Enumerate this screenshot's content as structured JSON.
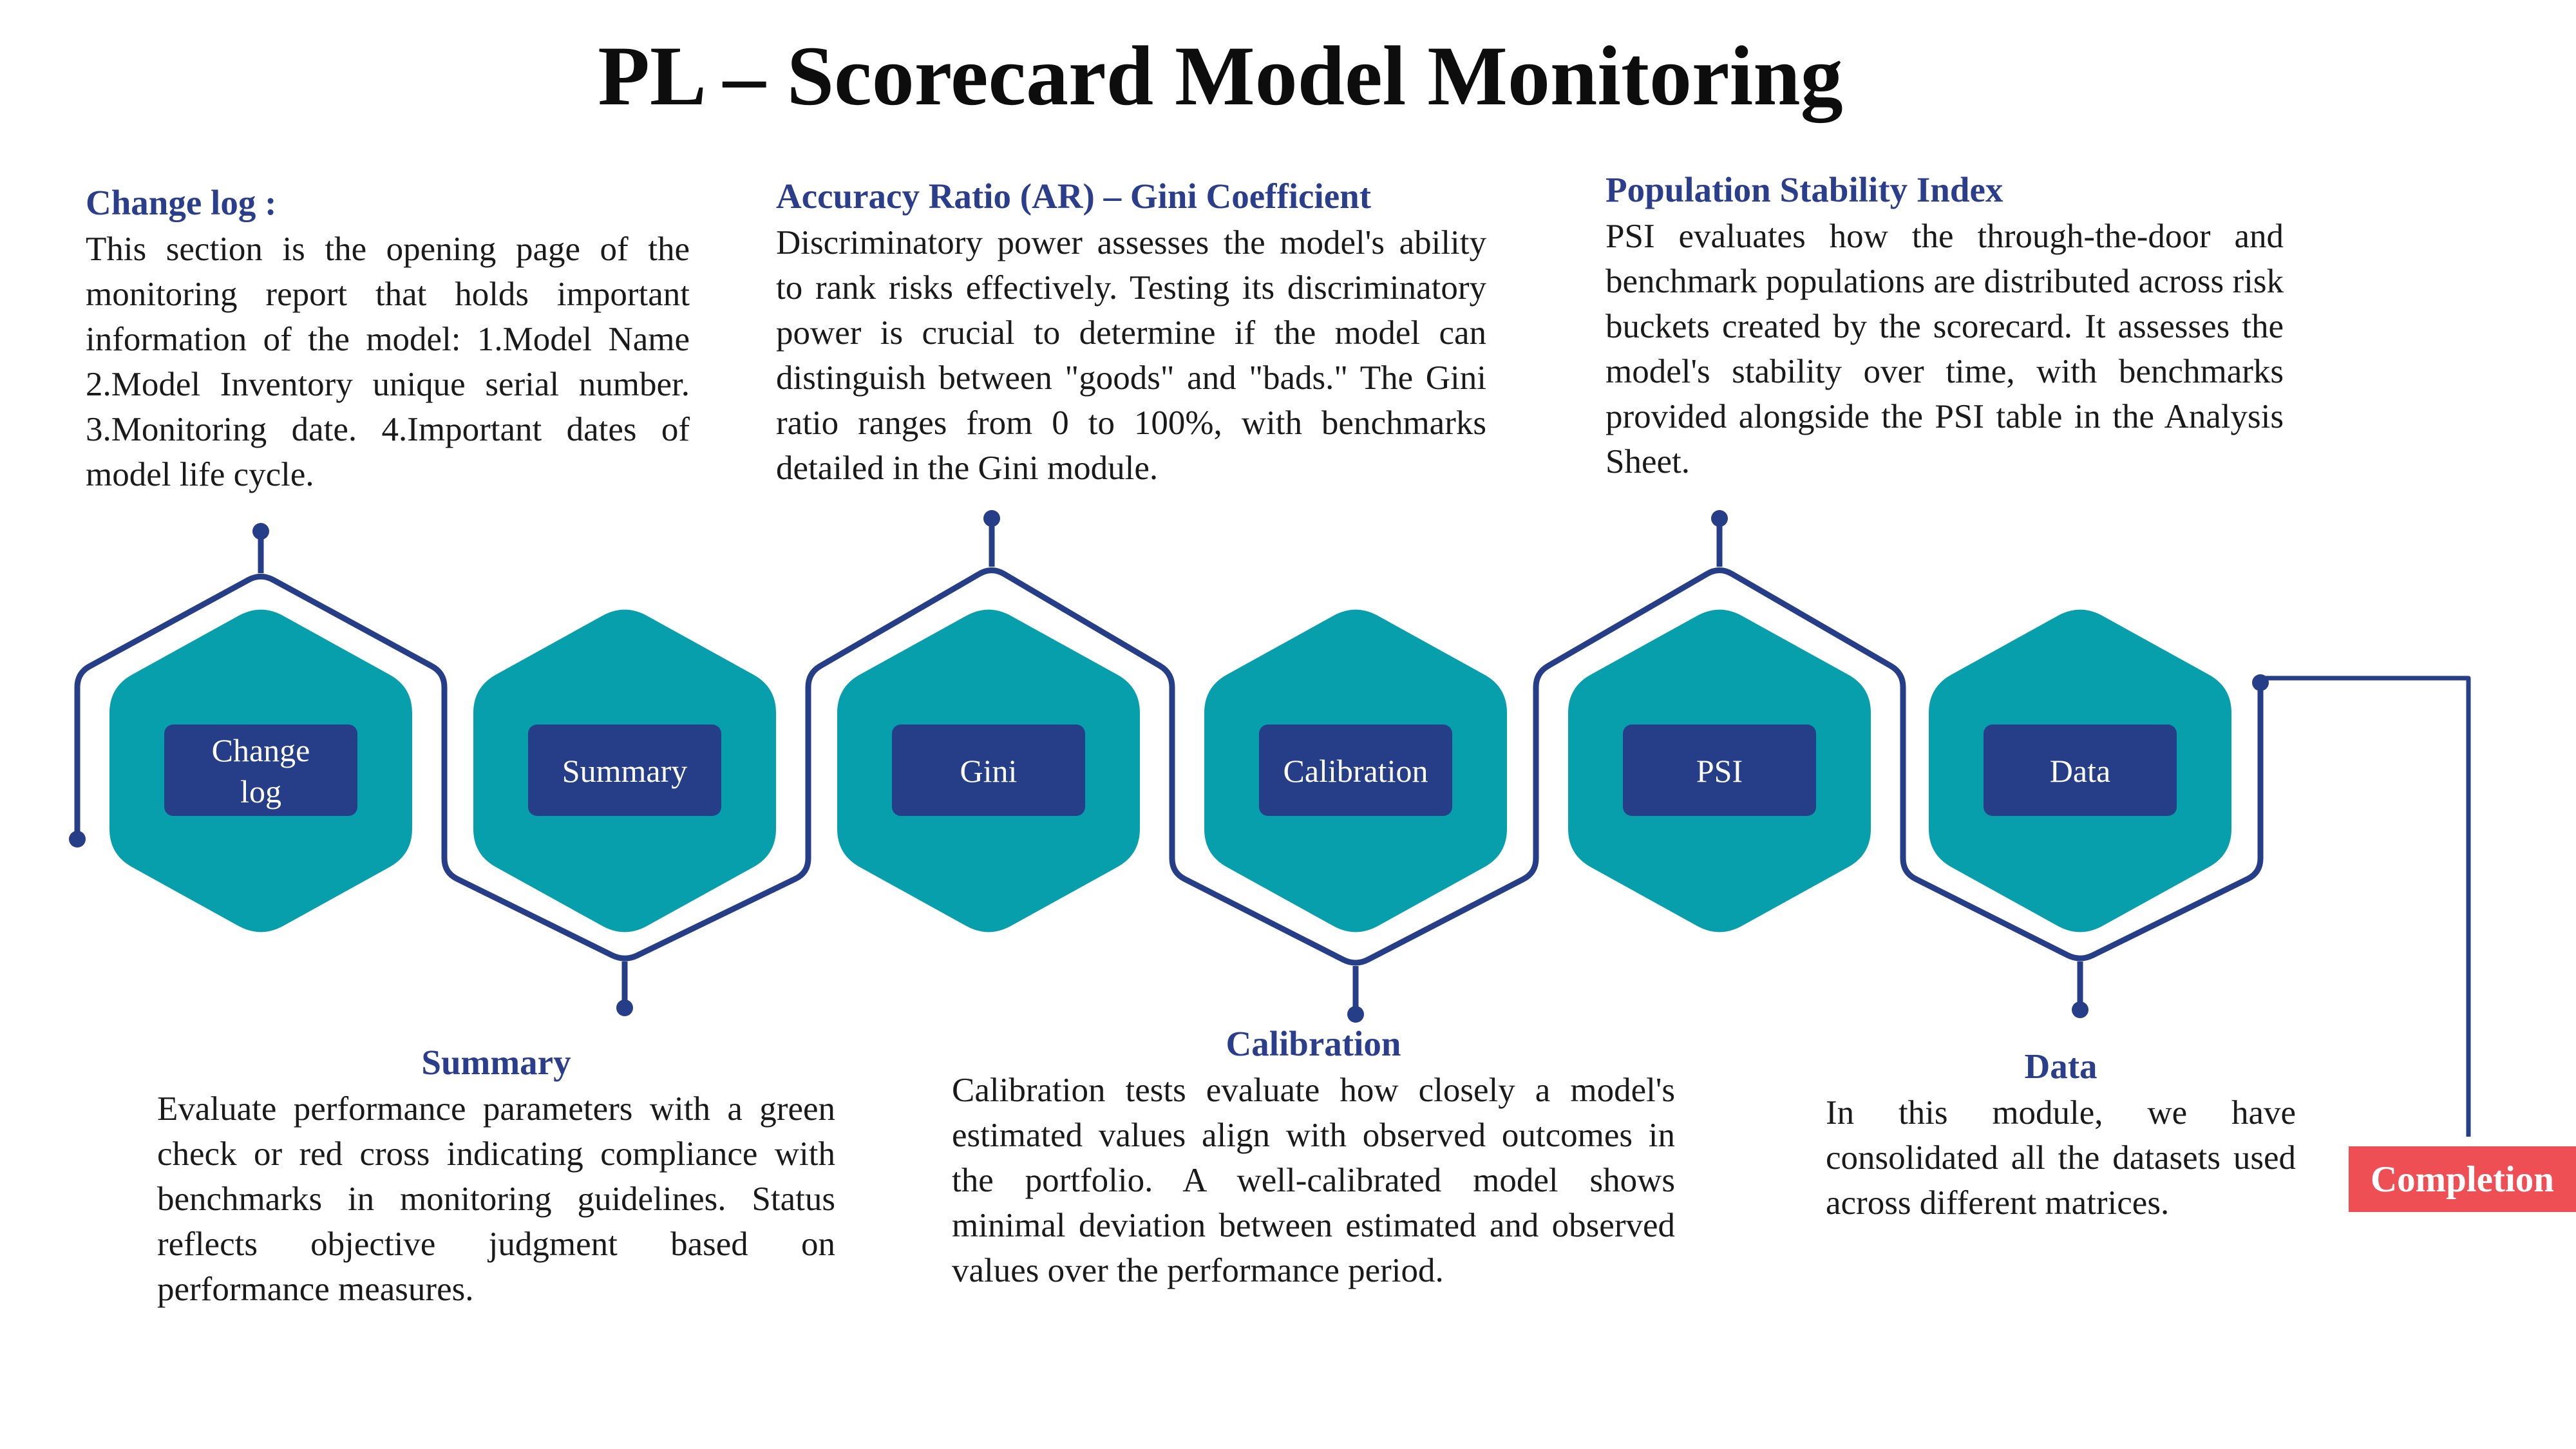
{
  "title": "PL – Scorecard Model Monitoring",
  "colors": {
    "hexagon_fill": "#079fac",
    "label_box_fill": "#263d87",
    "connector_line": "#263d87",
    "heading_text": "#2b3e8c",
    "completion_fill": "#ee4f55"
  },
  "nodes": [
    {
      "id": "changelog",
      "label_lines": [
        "Change",
        "log"
      ]
    },
    {
      "id": "summary",
      "label_lines": [
        "Summary"
      ]
    },
    {
      "id": "gini",
      "label_lines": [
        "Gini"
      ]
    },
    {
      "id": "calibration",
      "label_lines": [
        "Calibration"
      ]
    },
    {
      "id": "psi",
      "label_lines": [
        "PSI"
      ]
    },
    {
      "id": "data",
      "label_lines": [
        "Data"
      ]
    }
  ],
  "blocks": {
    "changelog": {
      "heading": "Change log :",
      "body": "This section is the opening page of the monitoring report that holds important information of the model: 1.Model Name 2.Model Inventory unique serial number. 3.Monitoring date. 4.Important dates of model life cycle."
    },
    "gini": {
      "heading": "Accuracy Ratio (AR) – Gini Coefficient",
      "body": "Discriminatory power assesses the model's ability to rank risks effectively. Testing its discriminatory power is crucial to determine if the model can distinguish between \"goods\" and \"bads.\" The Gini ratio ranges from 0 to 100%, with benchmarks detailed in the Gini module."
    },
    "psi": {
      "heading": "Population Stability Index",
      "body": "PSI evaluates how the through-the-door and benchmark populations are distributed across risk buckets created by the scorecard. It assesses the model's stability over time, with benchmarks provided alongside the PSI table in the Analysis Sheet."
    },
    "summary": {
      "heading": "Summary",
      "body": "Evaluate performance parameters with a green check or red cross indicating compliance with benchmarks in monitoring guidelines. Status reflects objective judgment based on performance measures."
    },
    "calibration": {
      "heading": "Calibration",
      "body": "Calibration tests evaluate how closely a model's estimated values align with observed outcomes in the portfolio. A well-calibrated model shows minimal deviation between estimated and observed values over the performance period."
    },
    "data": {
      "heading": "Data",
      "body": "In this module, we have consolidated all the datasets used across different matrices."
    }
  },
  "completion_label": "Completion"
}
